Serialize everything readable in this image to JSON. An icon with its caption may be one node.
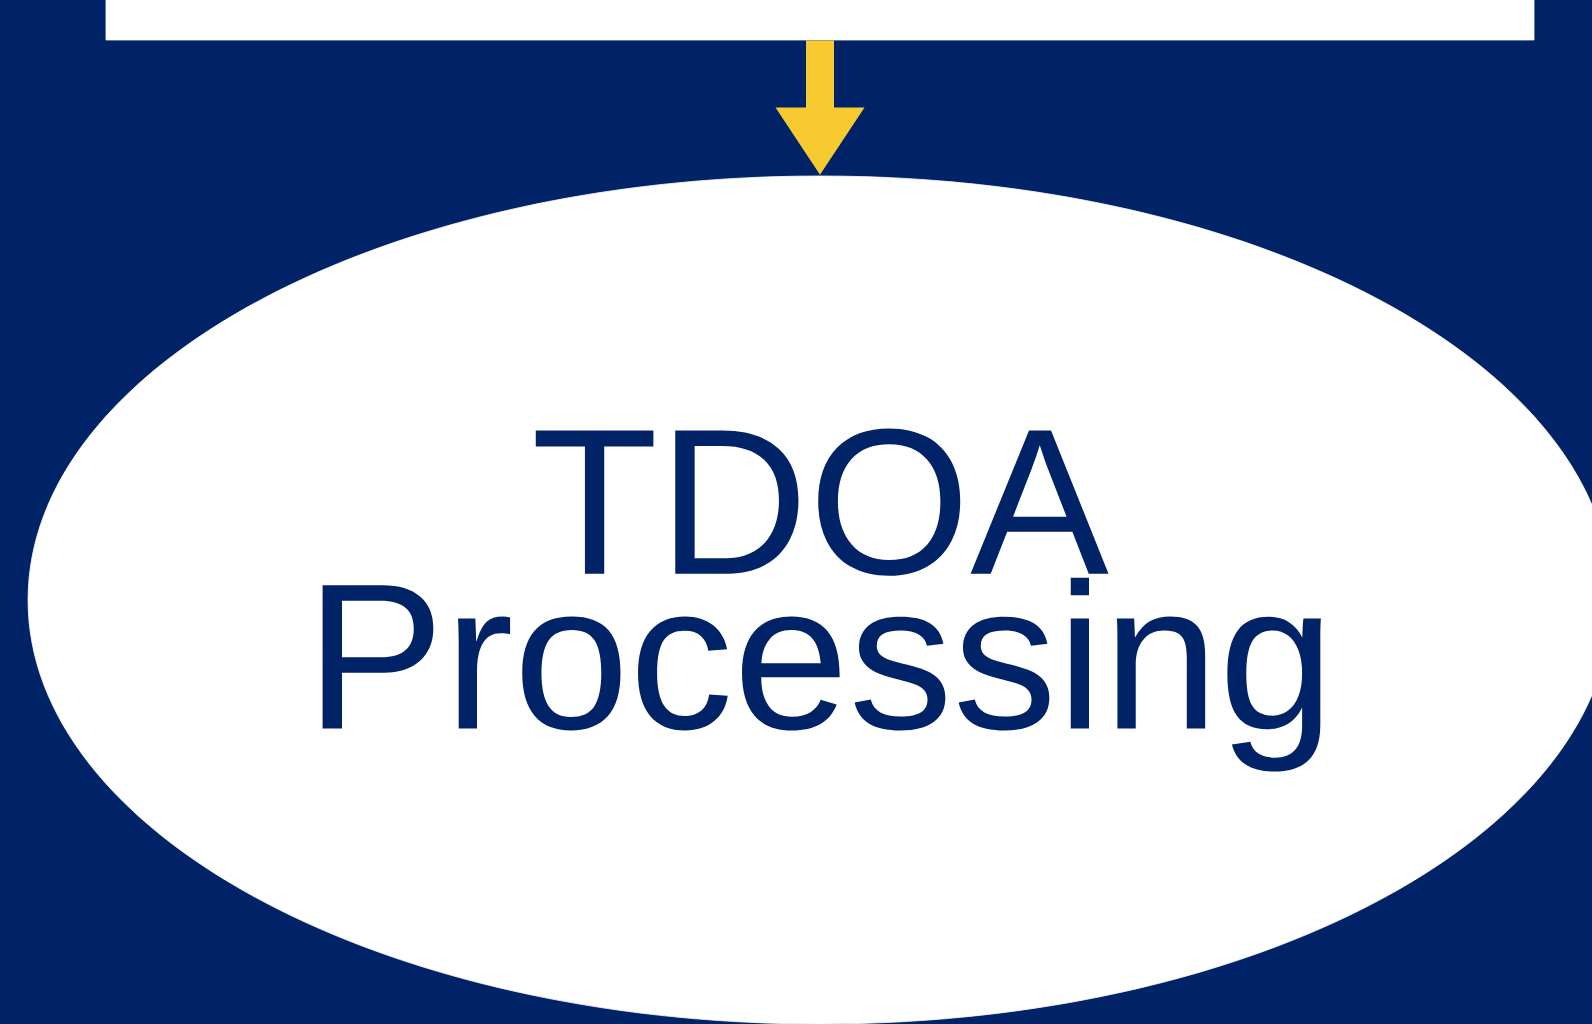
{
  "diagram": {
    "nodes": [
      {
        "text": [],
        "shape": "box"
      },
      {
        "text": [
          "TDOA Processing"
        ]
      }
    ],
    "edges": [
      {
        "from": 0,
        "to": 1,
        "arrow": "to",
        "color": "#f7cb2f"
      }
    ]
  }
}
